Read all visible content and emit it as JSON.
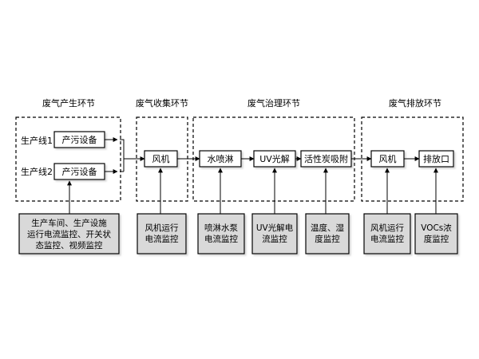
{
  "stages": {
    "generation": "废气产生环节",
    "collection": "废气收集环节",
    "treatment": "废气治理环节",
    "discharge": "废气排放环节"
  },
  "lines": {
    "line1": "生产线1",
    "line2": "生产线2"
  },
  "equipment": {
    "pollution_device_1": "产污设备",
    "pollution_device_2": "产污设备",
    "fan_collection": "风机",
    "spray_tower": "水喷淋",
    "uv_photolysis": "UV光解",
    "activated_carbon": "活性炭吸附",
    "fan_discharge": "风机",
    "exhaust_outlet": "排放口"
  },
  "monitors": {
    "production_monitor": [
      "生产车间、生产设施",
      "运行电流监控、开关状",
      "态监控、视频监控"
    ],
    "fan_collection_monitor": [
      "风机运行",
      "电流监控"
    ],
    "spray_monitor": [
      "喷淋水泵",
      "电流监控"
    ],
    "uv_monitor": [
      "UV光解电",
      "流监控"
    ],
    "carbon_monitor": [
      "温度、湿",
      "度监控"
    ],
    "fan_discharge_monitor": [
      "风机运行",
      "电流监控"
    ],
    "vocs_monitor": [
      "VOCs浓",
      "度监控"
    ]
  },
  "colors": {
    "monitor_fill": "#d9d9d9",
    "line": "#000000",
    "box_fill": "#ffffff"
  }
}
